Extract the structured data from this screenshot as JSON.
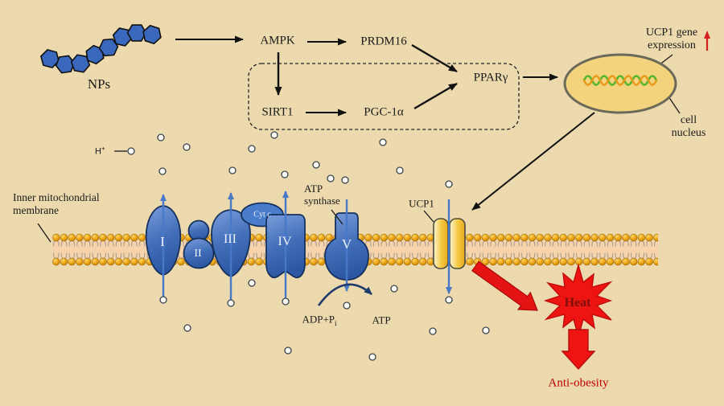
{
  "colors": {
    "background": "#ecd9ad",
    "complex_blue": "#3c68b5",
    "membrane_orange": "#e8a21c",
    "channel_yellow": "#f3c33c",
    "nucleus_fill": "#f3d47c",
    "dna_green": "#55b42a",
    "dna_orange": "#e79b1e",
    "signal_red": "#e51414",
    "result_text_red": "#c00000"
  },
  "pathway": {
    "nps": "NPs",
    "ampk": "AMPK",
    "prdm16": "PRDM16",
    "sirt1": "SIRT1",
    "pgc1a": "PGC-1α",
    "pparg": "PPARγ"
  },
  "nucleus": {
    "gene_label_line1": "UCP1 gene",
    "gene_label_line2": "expression",
    "name_line1": "cell",
    "name_line2": "nucleus"
  },
  "membrane": {
    "label_line1": "Inner mitochondrial",
    "label_line2": "membrane"
  },
  "etc_chain": {
    "complex1": "I",
    "complex2": "II",
    "complex3": "III",
    "complex4": "IV",
    "complex5": "V",
    "cytc": "Cyt c",
    "atp_synthase_line1": "ATP",
    "atp_synthase_line2": "synthase",
    "ucp1": "UCP1",
    "proton": "H",
    "proton_charge": "+",
    "adp": "ADP+P",
    "adp_subscript": "i",
    "atp": "ATP"
  },
  "outputs": {
    "heat": "Heat",
    "anti_obesity": "Anti-obesity"
  }
}
